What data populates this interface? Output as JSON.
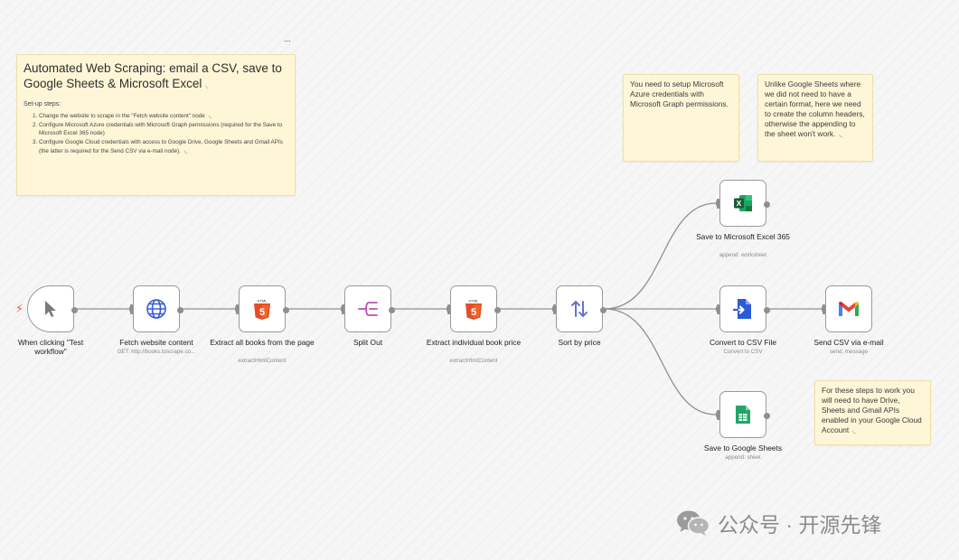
{
  "sticky_main": {
    "title": "Automated Web Scraping: email a CSV, save to Google Sheets & Microsoft Excel",
    "setup_heading": "Set-up steps:",
    "steps": [
      "Change the website to scrape in the \"Fetch website content\" node",
      "Configure Microsoft Azure credentials with Microsoft Graph permissions (required for the Save to Microsoft Excel 365 node)",
      "Configure Google Cloud credentials with access to Google Drive, Google Sheets and Gmail APIs (the latter is required for the Send CSV via e-mail node)."
    ]
  },
  "sticky_azure": {
    "text": "You need to setup Microsoft Azure credentials with Microsoft Graph permissions."
  },
  "sticky_gs": {
    "text": "Unlike Google Sheets where we did not need to have a certain format, here we need to create the column headers, otherwise the appending to the sheet won't work."
  },
  "sticky_cloud": {
    "text": "For these steps to work you will need to have Drive, Sheets and Gmail APIs enabled in your Google Cloud Account"
  },
  "nodes": {
    "trigger": {
      "label": "When clicking \"Test workflow\""
    },
    "fetch": {
      "label": "Fetch website content",
      "sub": "GET: http://books.toscrape.co..."
    },
    "extract_all": {
      "label": "Extract all books from the page",
      "sub": "extractHtmlContent"
    },
    "split": {
      "label": "Split Out"
    },
    "extract_price": {
      "label": "Extract individual book price",
      "sub": "extractHtmlContent"
    },
    "sort": {
      "label": "Sort by price"
    },
    "excel": {
      "label": "Save to Microsoft Excel 365",
      "sub": "append: worksheet"
    },
    "csv": {
      "label": "Convert to CSV File",
      "sub": "Convert to CSV"
    },
    "gmail": {
      "label": "Send CSV via e-mail",
      "sub": "send: message"
    },
    "gsheets": {
      "label": "Save to Google Sheets",
      "sub": "append: sheet"
    }
  },
  "watermark": {
    "text": "公众号 · 开源先锋"
  },
  "colors": {
    "canvas": "#f6f6f6",
    "sticky": "#fff6d8",
    "edge": "#8f8f8f",
    "html5": "#e44d26",
    "split": "#b553b5",
    "sort": "#5d6dc8",
    "excel": "#1d6f42",
    "csv": "#2b5bd7",
    "gsheets": "#23a566",
    "trigger_bolt": "#ef5a4d"
  },
  "icons": {
    "trigger": "cursor-arrow-icon",
    "fetch": "globe-icon",
    "extract": "html5-icon",
    "split": "split-out-icon",
    "sort": "sort-arrows-icon",
    "excel": "excel-icon",
    "csv": "file-import-icon",
    "gmail": "gmail-icon",
    "gsheets": "google-sheets-icon"
  }
}
